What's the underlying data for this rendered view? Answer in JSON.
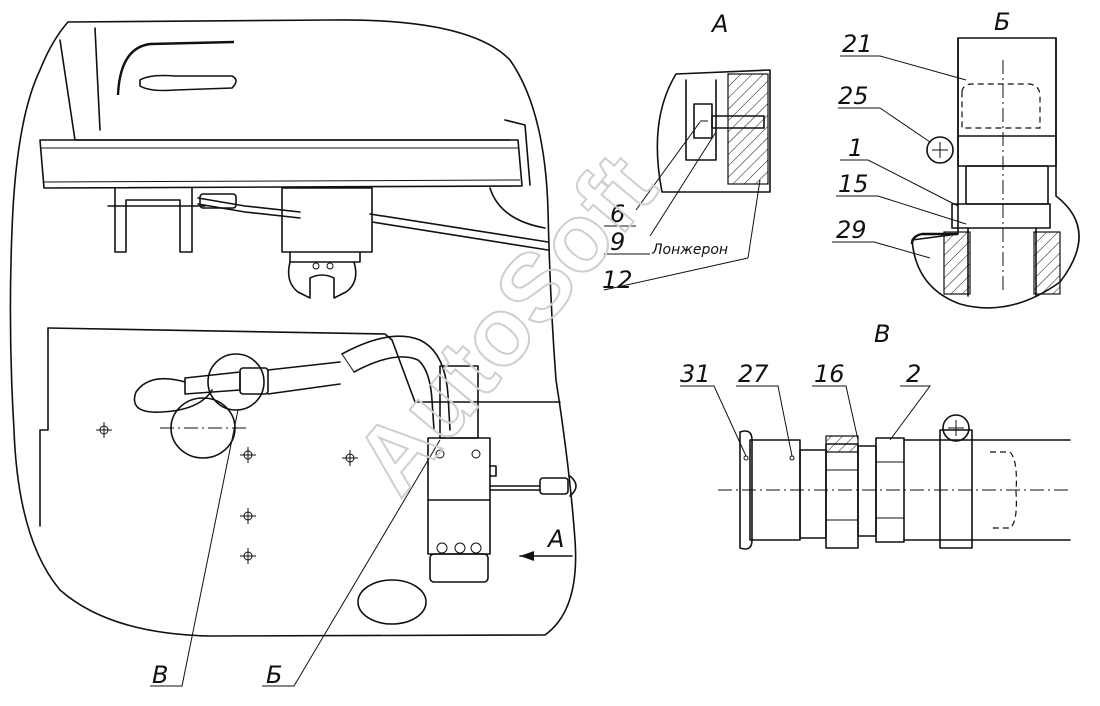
{
  "views": {
    "a_title": "А",
    "b_title": "Б",
    "v_title": "В",
    "arrow_a": "А",
    "callout_v": "В",
    "callout_b": "Б"
  },
  "labels": {
    "p6": "6",
    "p9": "9",
    "p12": "12",
    "lonzheron": "Лонжерон",
    "p21": "21",
    "p25": "25",
    "p1": "1",
    "p15": "15",
    "p29": "29",
    "p31": "31",
    "p27": "27",
    "p16": "16",
    "p2": "2"
  },
  "watermark": "AutoSoft"
}
